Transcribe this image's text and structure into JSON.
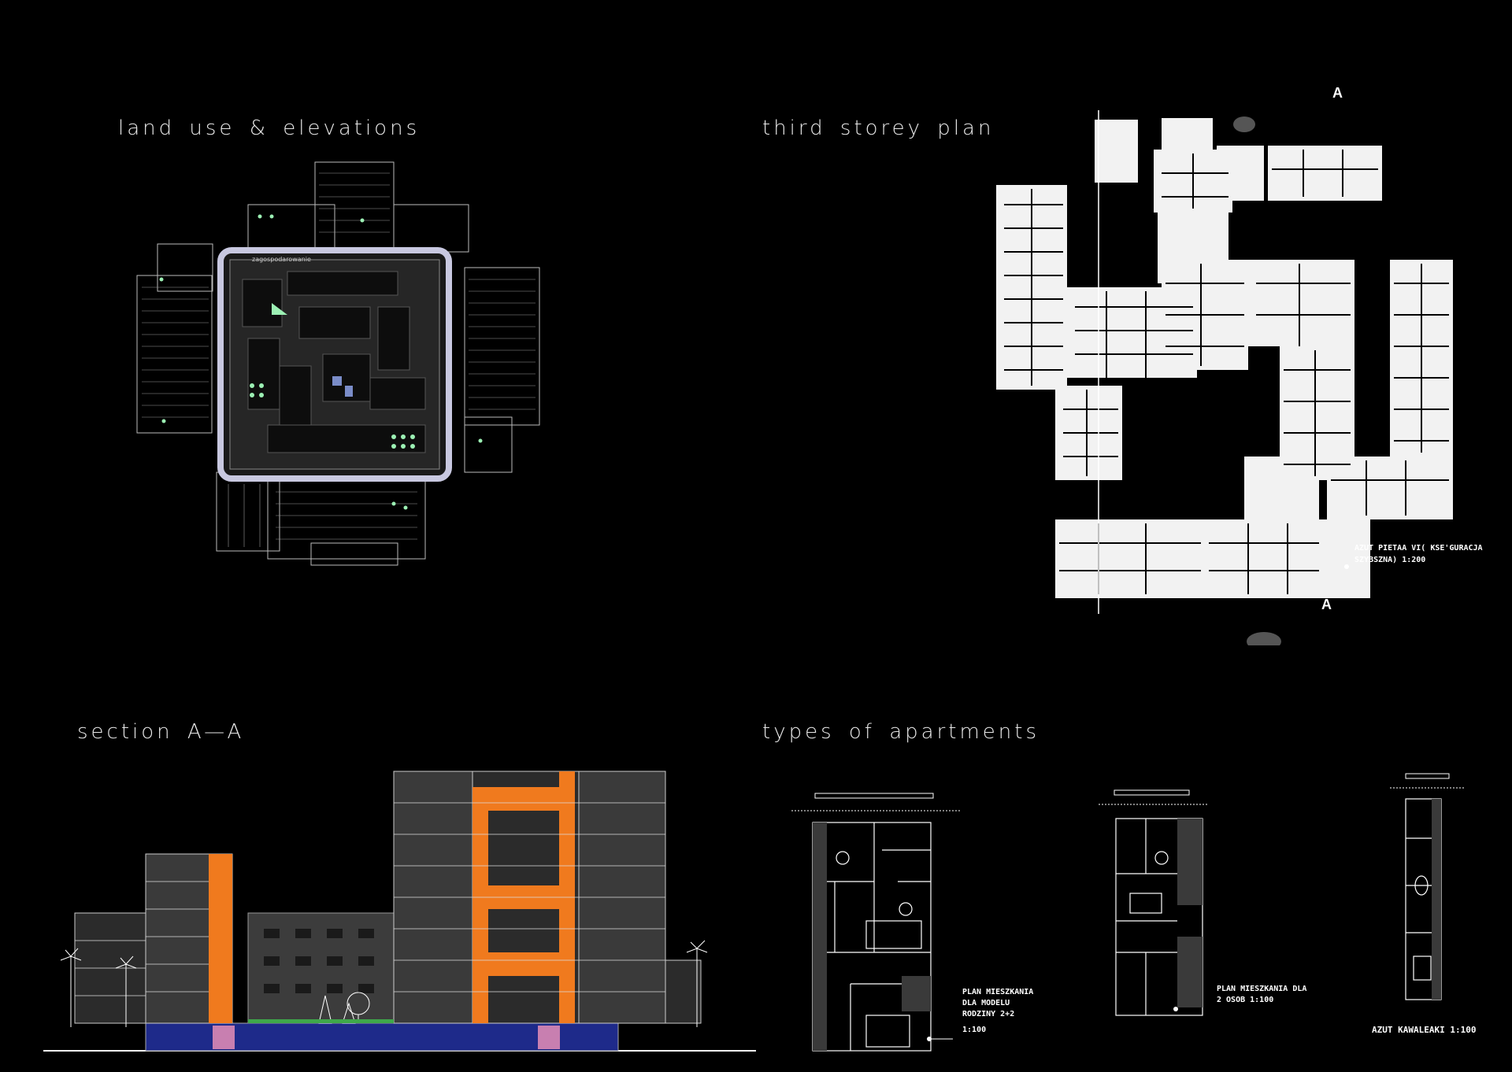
{
  "sheet": {
    "background": "#000000",
    "accent_orange": "#f07a1e",
    "accent_blue": "#1e2a8a",
    "accent_green": "#9cf0b4"
  },
  "panels": {
    "land_use": {
      "title": "land use & elevations",
      "inner_label": "zagospodarowanie"
    },
    "third_storey": {
      "title": "third storey plan",
      "section_marker_top": "A",
      "section_marker_bottom": "A",
      "caption_line1": "AZUT PIETAA VI( kse'guracja",
      "caption_line2": "szybszna) 1:200"
    },
    "section": {
      "title": "section A—A"
    },
    "apartments": {
      "title": "types of apartments",
      "plan1_caption_line1": "PLAN MIESZKANIA",
      "plan1_caption_line2": "DLA MODELU",
      "plan1_caption_line3": "RODZINY 2+2",
      "plan1_caption_line4": "1:100",
      "plan2_caption_line1": "PLAN MIESZKANIA DLA",
      "plan2_caption_line2": "2 OSOB 1:100",
      "plan3_caption": "AZUT KAWALEAKI 1:100"
    }
  }
}
